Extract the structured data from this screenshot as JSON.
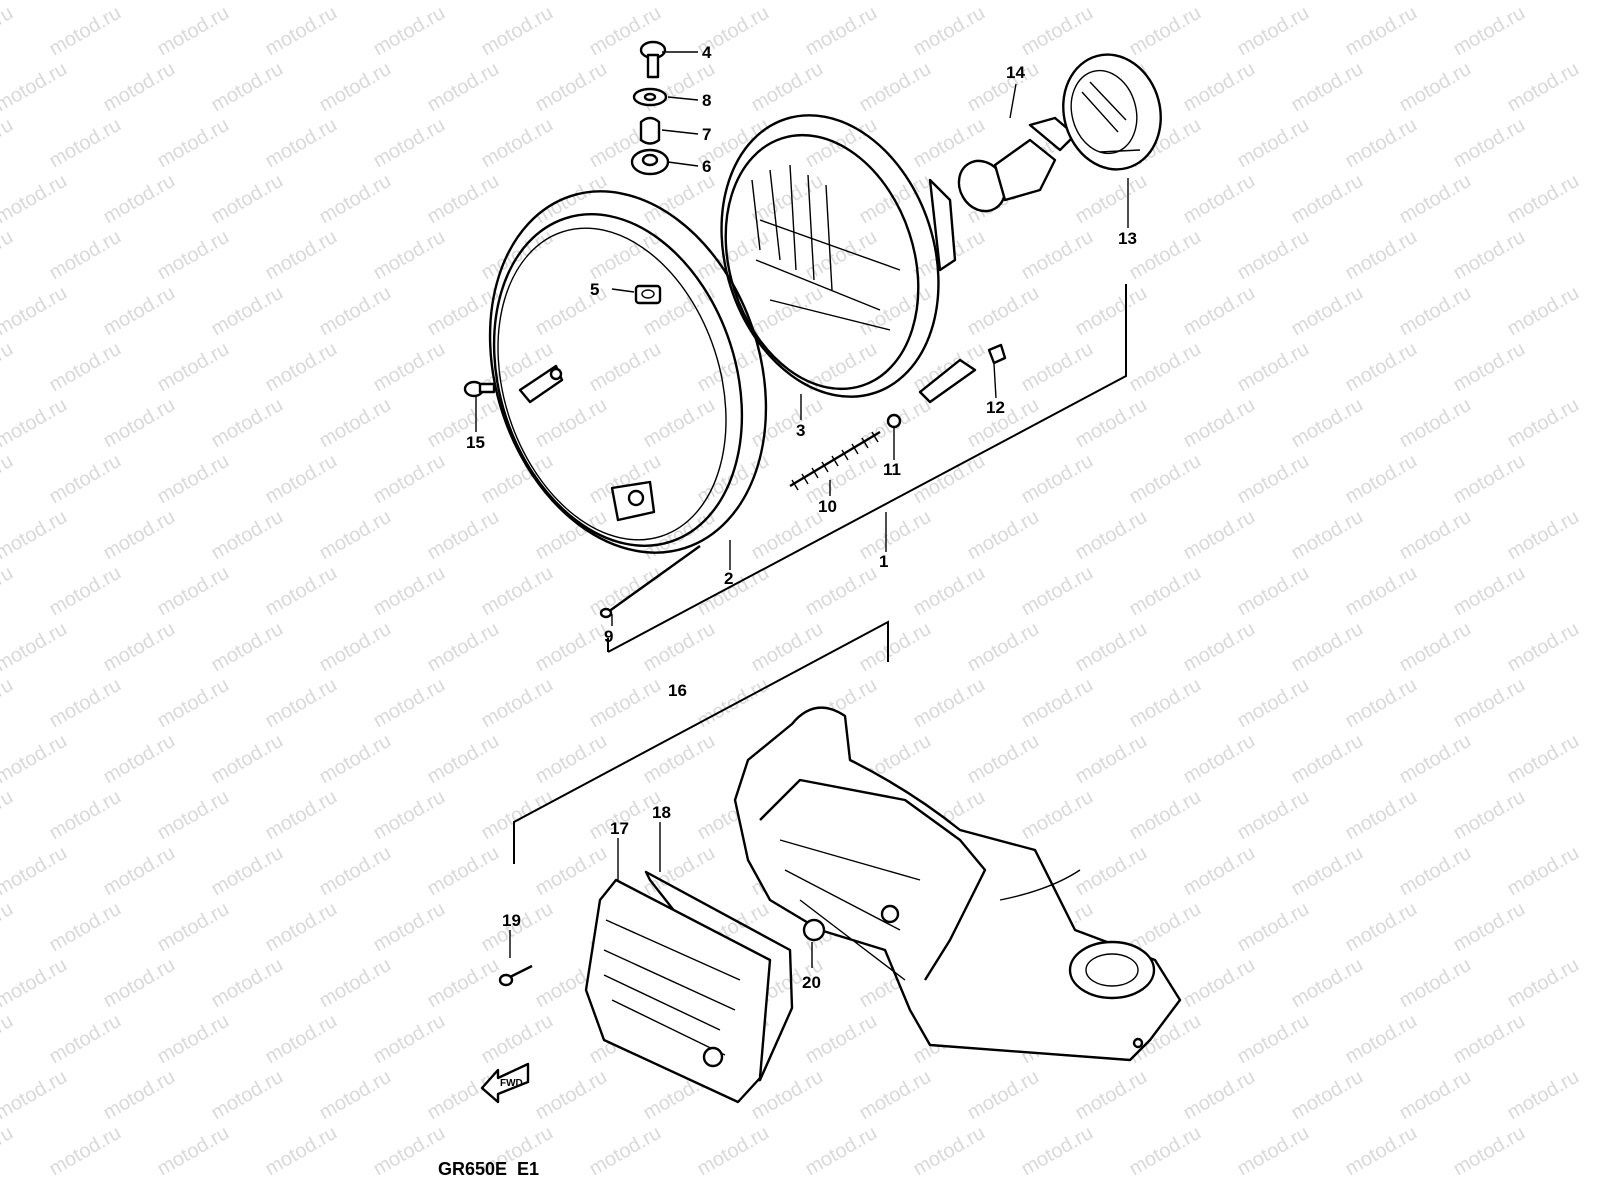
{
  "diagram": {
    "watermark_text": "motod.ru",
    "model_label": "GR650E  E1",
    "fwd_label": "FWD",
    "callouts": [
      "1",
      "2",
      "3",
      "4",
      "5",
      "6",
      "7",
      "8",
      "9",
      "10",
      "11",
      "12",
      "13",
      "14",
      "15",
      "16",
      "17",
      "18",
      "19",
      "20"
    ],
    "colors": {
      "ink": "#000000",
      "watermark": "#d9d9d9",
      "paper": "#ffffff"
    }
  }
}
